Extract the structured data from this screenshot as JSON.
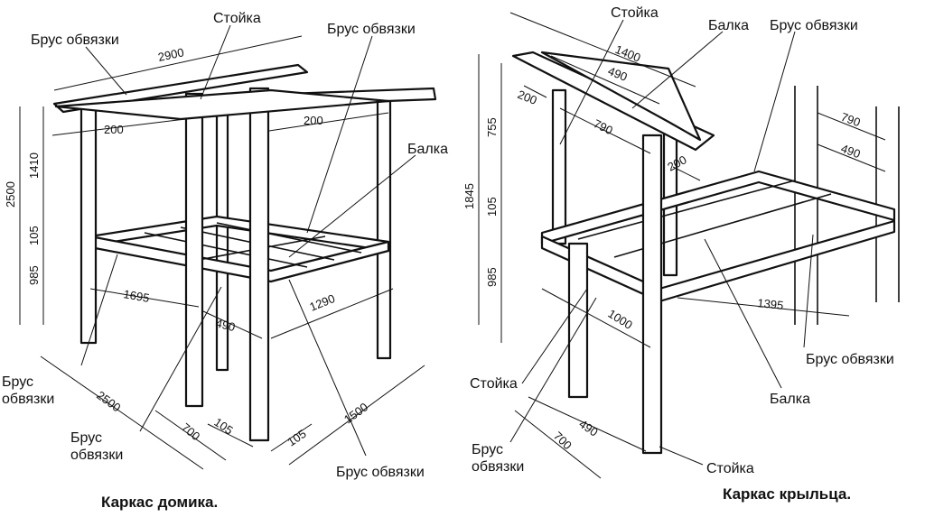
{
  "labels": {
    "bruss_obvyazki": "Брус обвязки",
    "bruss": "Брус",
    "obvyazki": "обвязки",
    "stoyka": "Стойка",
    "balka": "Балка"
  },
  "captions": {
    "house": "Каркас домика.",
    "porch": "Каркас крыльца."
  },
  "house_dims": {
    "top_length": "2900",
    "overhang_left": "200",
    "overhang_right": "200",
    "total_height": "2500",
    "upper_height": "1410",
    "beam_height": "105",
    "lower_height": "985",
    "span_1695": "1695",
    "span_490": "490",
    "span_1290": "1290",
    "base_2500": "2500",
    "base_700": "700",
    "post_105a": "105",
    "post_105b": "105",
    "base_1500": "1500"
  },
  "porch_dims": {
    "top_1400": "1400",
    "top_490": "490",
    "overhang_200a": "200",
    "span_790a": "790",
    "overhang_200b": "200",
    "total_1845": "1845",
    "upper_755": "755",
    "beam_105": "105",
    "lower_985": "985",
    "right_790": "790",
    "right_490": "490",
    "span_1000": "1000",
    "span_1395": "1395",
    "base_490": "490",
    "base_700": "700"
  }
}
